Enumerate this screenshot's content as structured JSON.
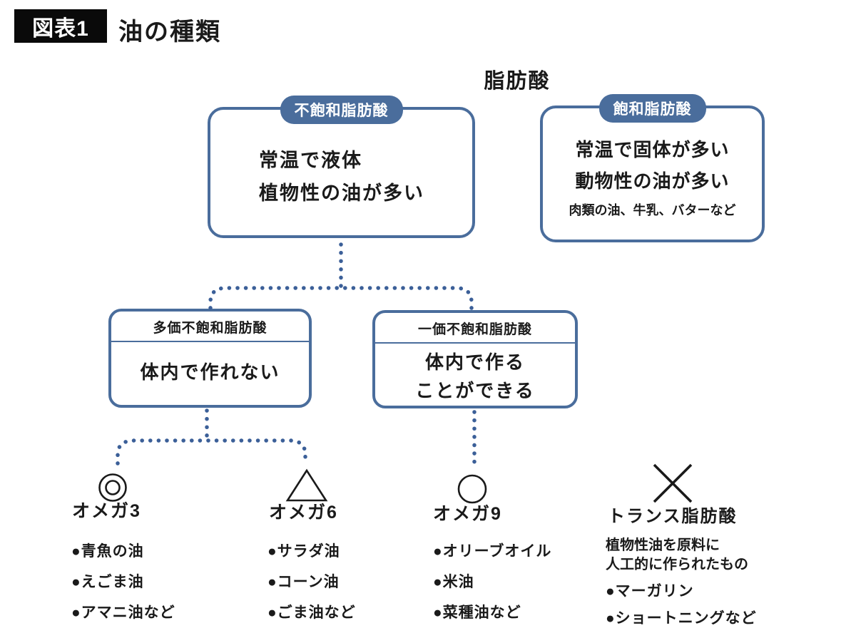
{
  "header": {
    "badge": "図表1",
    "title": "油の種類"
  },
  "tree": {
    "root_label": "脂肪酸",
    "unsaturated": {
      "tag": "不飽和脂肪酸",
      "line1": "常温で液体",
      "line2": "植物性の油が多い"
    },
    "saturated": {
      "tag": "飽和脂肪酸",
      "line1": "常温で固体が多い",
      "line2": "動物性の油が多い",
      "note": "肉類の油、牛乳、バターなど"
    },
    "poly": {
      "tag": "多価不飽和脂肪酸",
      "body": "体内で作れない"
    },
    "mono": {
      "tag": "一価不飽和脂肪酸",
      "body_line1": "体内で作る",
      "body_line2": "ことができる"
    }
  },
  "groups": {
    "omega3": {
      "symbol": "double-circle",
      "label": "オメガ3",
      "items": [
        "●青魚の油",
        "●えごま油",
        "●アマニ油など"
      ]
    },
    "omega6": {
      "symbol": "triangle",
      "label": "オメガ6",
      "items": [
        "●サラダ油",
        "●コーン油",
        "●ごま油など"
      ]
    },
    "omega9": {
      "symbol": "circle",
      "label": "オメガ9",
      "items": [
        "●オリーブオイル",
        "●米油",
        "●菜種油など"
      ]
    },
    "trans": {
      "symbol": "cross",
      "label": "トランス脂肪酸",
      "note_line1": "植物性油を原料に",
      "note_line2": "人工的に作られたもの",
      "items": [
        "●マーガリン",
        "●ショートニングなど"
      ]
    }
  },
  "colors": {
    "box_border": "#4a6d9c",
    "tag_background": "#4a6d9c",
    "tag_text": "#ffffff",
    "connector_dots": "#3b5f98",
    "symbol_stroke": "#1a1a1a",
    "badge_background": "#0a0a0a",
    "text": "#1a1a1a"
  }
}
